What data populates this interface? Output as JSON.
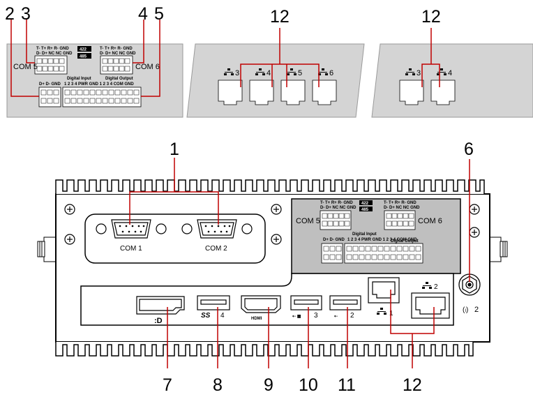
{
  "callouts": {
    "n1": "1",
    "n2": "2",
    "n3": "3",
    "n4": "4",
    "n5": "5",
    "n6": "6",
    "n7": "7",
    "n8": "8",
    "n9": "9",
    "n10": "10",
    "n11": "11",
    "n12a": "12",
    "n12b": "12",
    "n12c": "12"
  },
  "labels": {
    "com1": "COM 1",
    "com2": "COM 2",
    "com5": "COM 5",
    "com6": "COM 6",
    "digital_input": "Digital Input",
    "digital_output": "Digital Output",
    "sel422": "422",
    "sel485": "485",
    "pins_top_left": "T- T+ R+ R-  GND",
    "pins_bottom_left": "D- D+ NC NC GND",
    "pins_top_right": "T- T+ R+ R-  GND",
    "pins_bottom_right": "D- D+ NC NC GND",
    "di_pins": "D+  D-  GND",
    "do_pins": "1 2 3 4 PWR GND  1  2  3  4 COM  GND",
    "lan3": "3",
    "lan4": "4",
    "lan5": "5",
    "lan6": "6",
    "lan3b": "3",
    "lan4b": "4",
    "lan1": "1",
    "lan2": "2",
    "usb3": "3",
    "usb2": "2",
    "usb4": "4",
    "hdmi": "HDMI",
    "ss": "SS",
    "wifi": "2"
  },
  "colors": {
    "gray_panel": "#d4d4d4",
    "dark_panel": "#bfbfbf",
    "callout_line": "#c00000",
    "stroke": "#000000"
  }
}
